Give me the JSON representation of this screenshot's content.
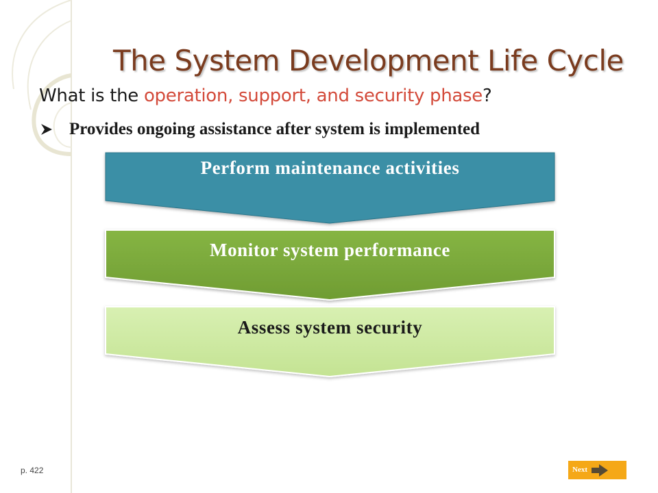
{
  "slide": {
    "title": "The System Development Life Cycle",
    "question_prefix": "What is the ",
    "question_highlight": "operation, support, and security phase",
    "question_suffix": "?",
    "bullet_text": "Provides ongoing assistance after system is implemented",
    "steps": [
      {
        "label": "Perform maintenance activities",
        "fill": "#3a8fa6",
        "text_color": "#ffffff"
      },
      {
        "label": "Monitor system performance",
        "fill": "#7aa93a",
        "text_color": "#ffffff"
      },
      {
        "label": "Assess system security",
        "fill": "#cfeaa6",
        "text_color": "#1a1a1a"
      }
    ],
    "page_number": "p. 422",
    "next_label": "Next"
  },
  "colors": {
    "title": "#7a3b1e",
    "highlight": "#d34a3a",
    "next_button": "#f5a817"
  },
  "icons": {
    "bullet": "arrowhead-bullet-icon",
    "next": "right-arrow-icon"
  }
}
